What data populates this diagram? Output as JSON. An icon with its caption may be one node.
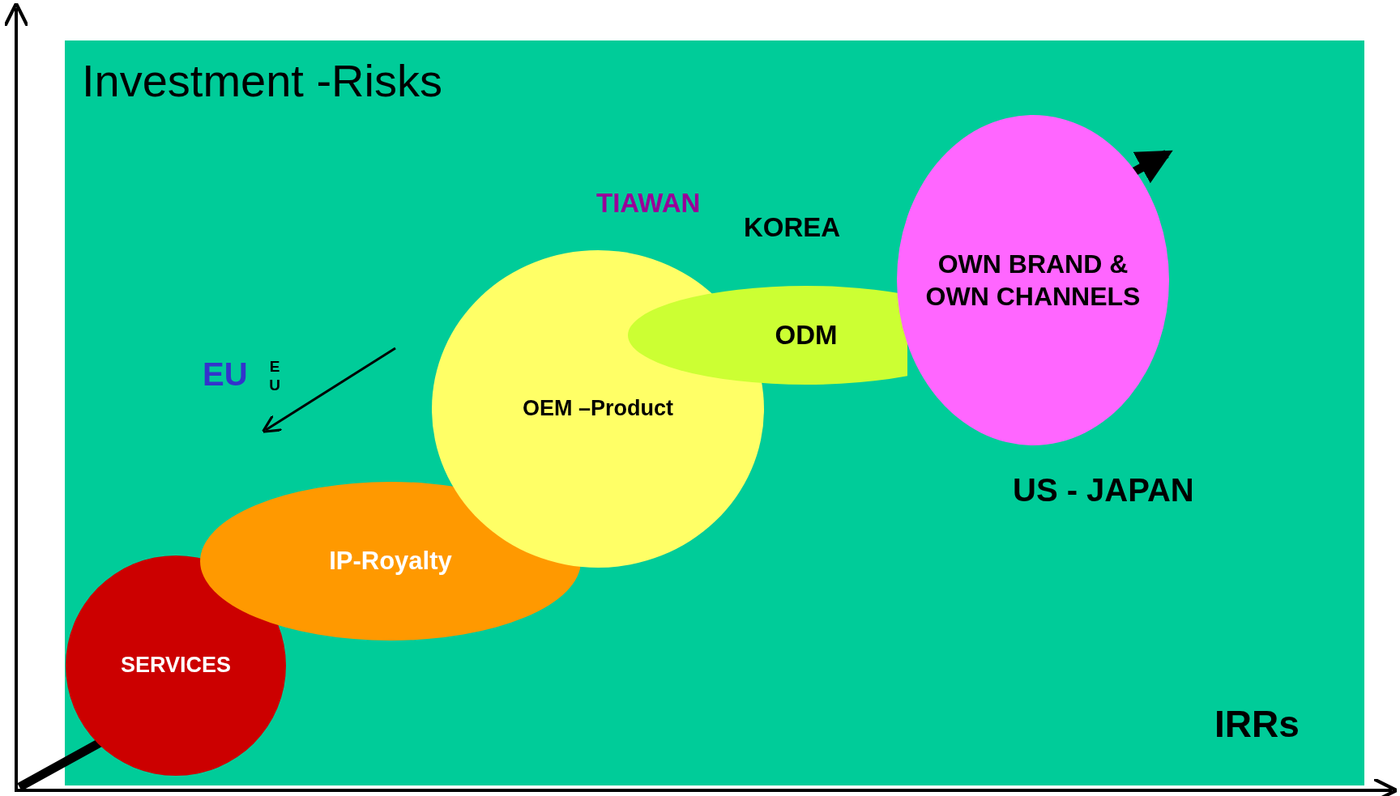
{
  "diagram": {
    "title": "Investment -Risks",
    "nodes": [
      {
        "text": [
          "SERVICES"
        ]
      },
      {
        "text": [
          "IP-Royalty"
        ]
      },
      {
        "text": [
          "OEM –Product"
        ]
      },
      {
        "text": [
          "ODM"
        ]
      },
      {
        "text": [
          "OWN BRAND & OWN CHANNELS"
        ]
      }
    ],
    "edges": [],
    "labels": [
      "TIAWAN",
      "KOREA",
      "EU",
      "E U",
      "US - JAPAN",
      "IRRs"
    ]
  }
}
